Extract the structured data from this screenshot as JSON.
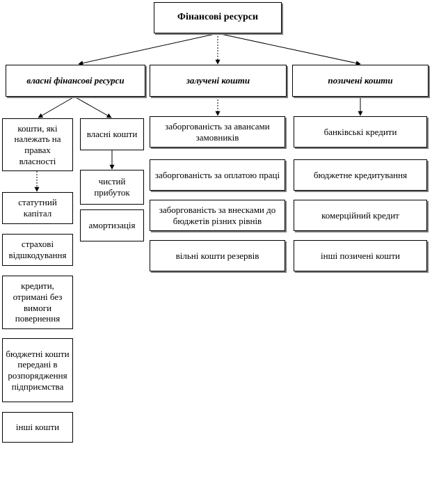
{
  "root": {
    "label": "Фінансові ресурси"
  },
  "categories": {
    "own": "власні фінансові ресурси",
    "attracted": "залучені кошти",
    "borrowed": "позичені кошти"
  },
  "own_branch": {
    "property_funds": "кошти, які належать на правах власності",
    "own_funds": "власні кошти",
    "property_items": [
      "статутний капітал",
      "страхові відшкодування",
      "кредити, отримані без вимоги повернення",
      "бюджетні кошти передані в розпорядження підприємства",
      "інші кошти"
    ],
    "own_items": [
      "чистий прибуток",
      "амортизація"
    ]
  },
  "attracted_items": [
    "заборгованість за авансами замовників",
    "заборгованість за оплатою праці",
    "заборгованість за внесками до бюджетів різних рівнів",
    "вільні кошти резервів"
  ],
  "borrowed_items": [
    "банківські кредити",
    "бюджетне кредитування",
    "комерційний кредит",
    "інші позичені кошти"
  ]
}
